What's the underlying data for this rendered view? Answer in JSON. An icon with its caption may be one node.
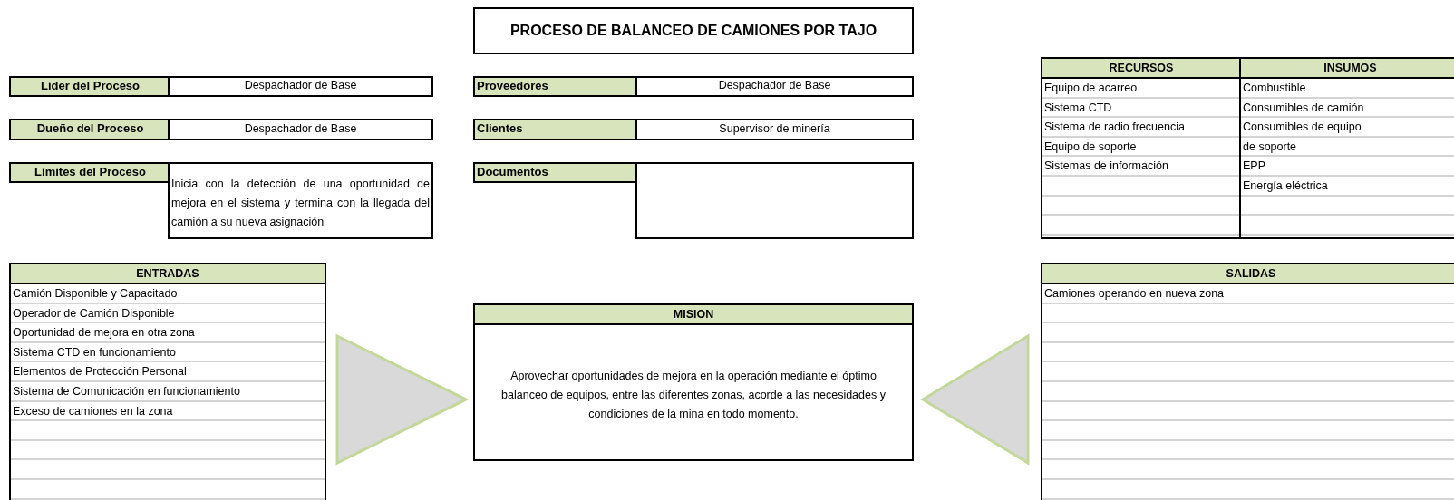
{
  "diagram": {
    "nodes": [
      {
        "text": [
          "PROCESO DE BALANCEO DE CAMIONES POR TAJO"
        ]
      },
      {
        "text": [
          "Líder del Proceso",
          "Despachador de Base"
        ]
      },
      {
        "text": [
          "Dueño del Proceso",
          "Despachador de Base"
        ]
      },
      {
        "text": [
          "Límites del Proceso",
          "Inicia con la detección de una oportunidad de mejora en el sistema y termina con la llegada del camión a su nueva asignación"
        ]
      },
      {
        "text": [
          "Proveedores",
          "Despachador de Base"
        ]
      },
      {
        "text": [
          "Clientes",
          "Supervisor de minería"
        ]
      },
      {
        "text": [
          "Documentos"
        ]
      },
      {
        "text": [
          "RECURSOS",
          "Equipo de acarreo",
          "Sistema CTD",
          "Sistema de radio frecuencia",
          "Equipo de soporte",
          "Sistemas de información"
        ]
      },
      {
        "text": [
          "INSUMOS",
          "Combustible",
          "Consumibles de camión",
          "Consumibles de equipo",
          "de soporte",
          "EPP",
          "Energía eléctrica"
        ]
      },
      {
        "text": [
          "ENTRADAS",
          "Camión Disponible y Capacitado",
          "Operador de Camión Disponible",
          "Oportunidad de mejora en otra zona",
          "Sistema CTD en funcionamiento",
          "Elementos de Protección Personal",
          "Sistema de Comunicación en funcionamiento",
          "Exceso de camiones en la zona"
        ]
      },
      {
        "text": [
          "MISION",
          "Aprovechar oportunidades de mejora en la operación mediante el óptimo balanceo de equipos, entre las diferentes zonas, acorde a las necesidades y condiciones de la mina en todo momento."
        ]
      },
      {
        "text": [
          "SALIDAS",
          "Camiones operando en nueva zona"
        ]
      }
    ],
    "edges": [
      {
        "from": 9,
        "to": 10,
        "arrow": "to"
      },
      {
        "from": 11,
        "to": 10,
        "arrow": "to"
      }
    ]
  }
}
